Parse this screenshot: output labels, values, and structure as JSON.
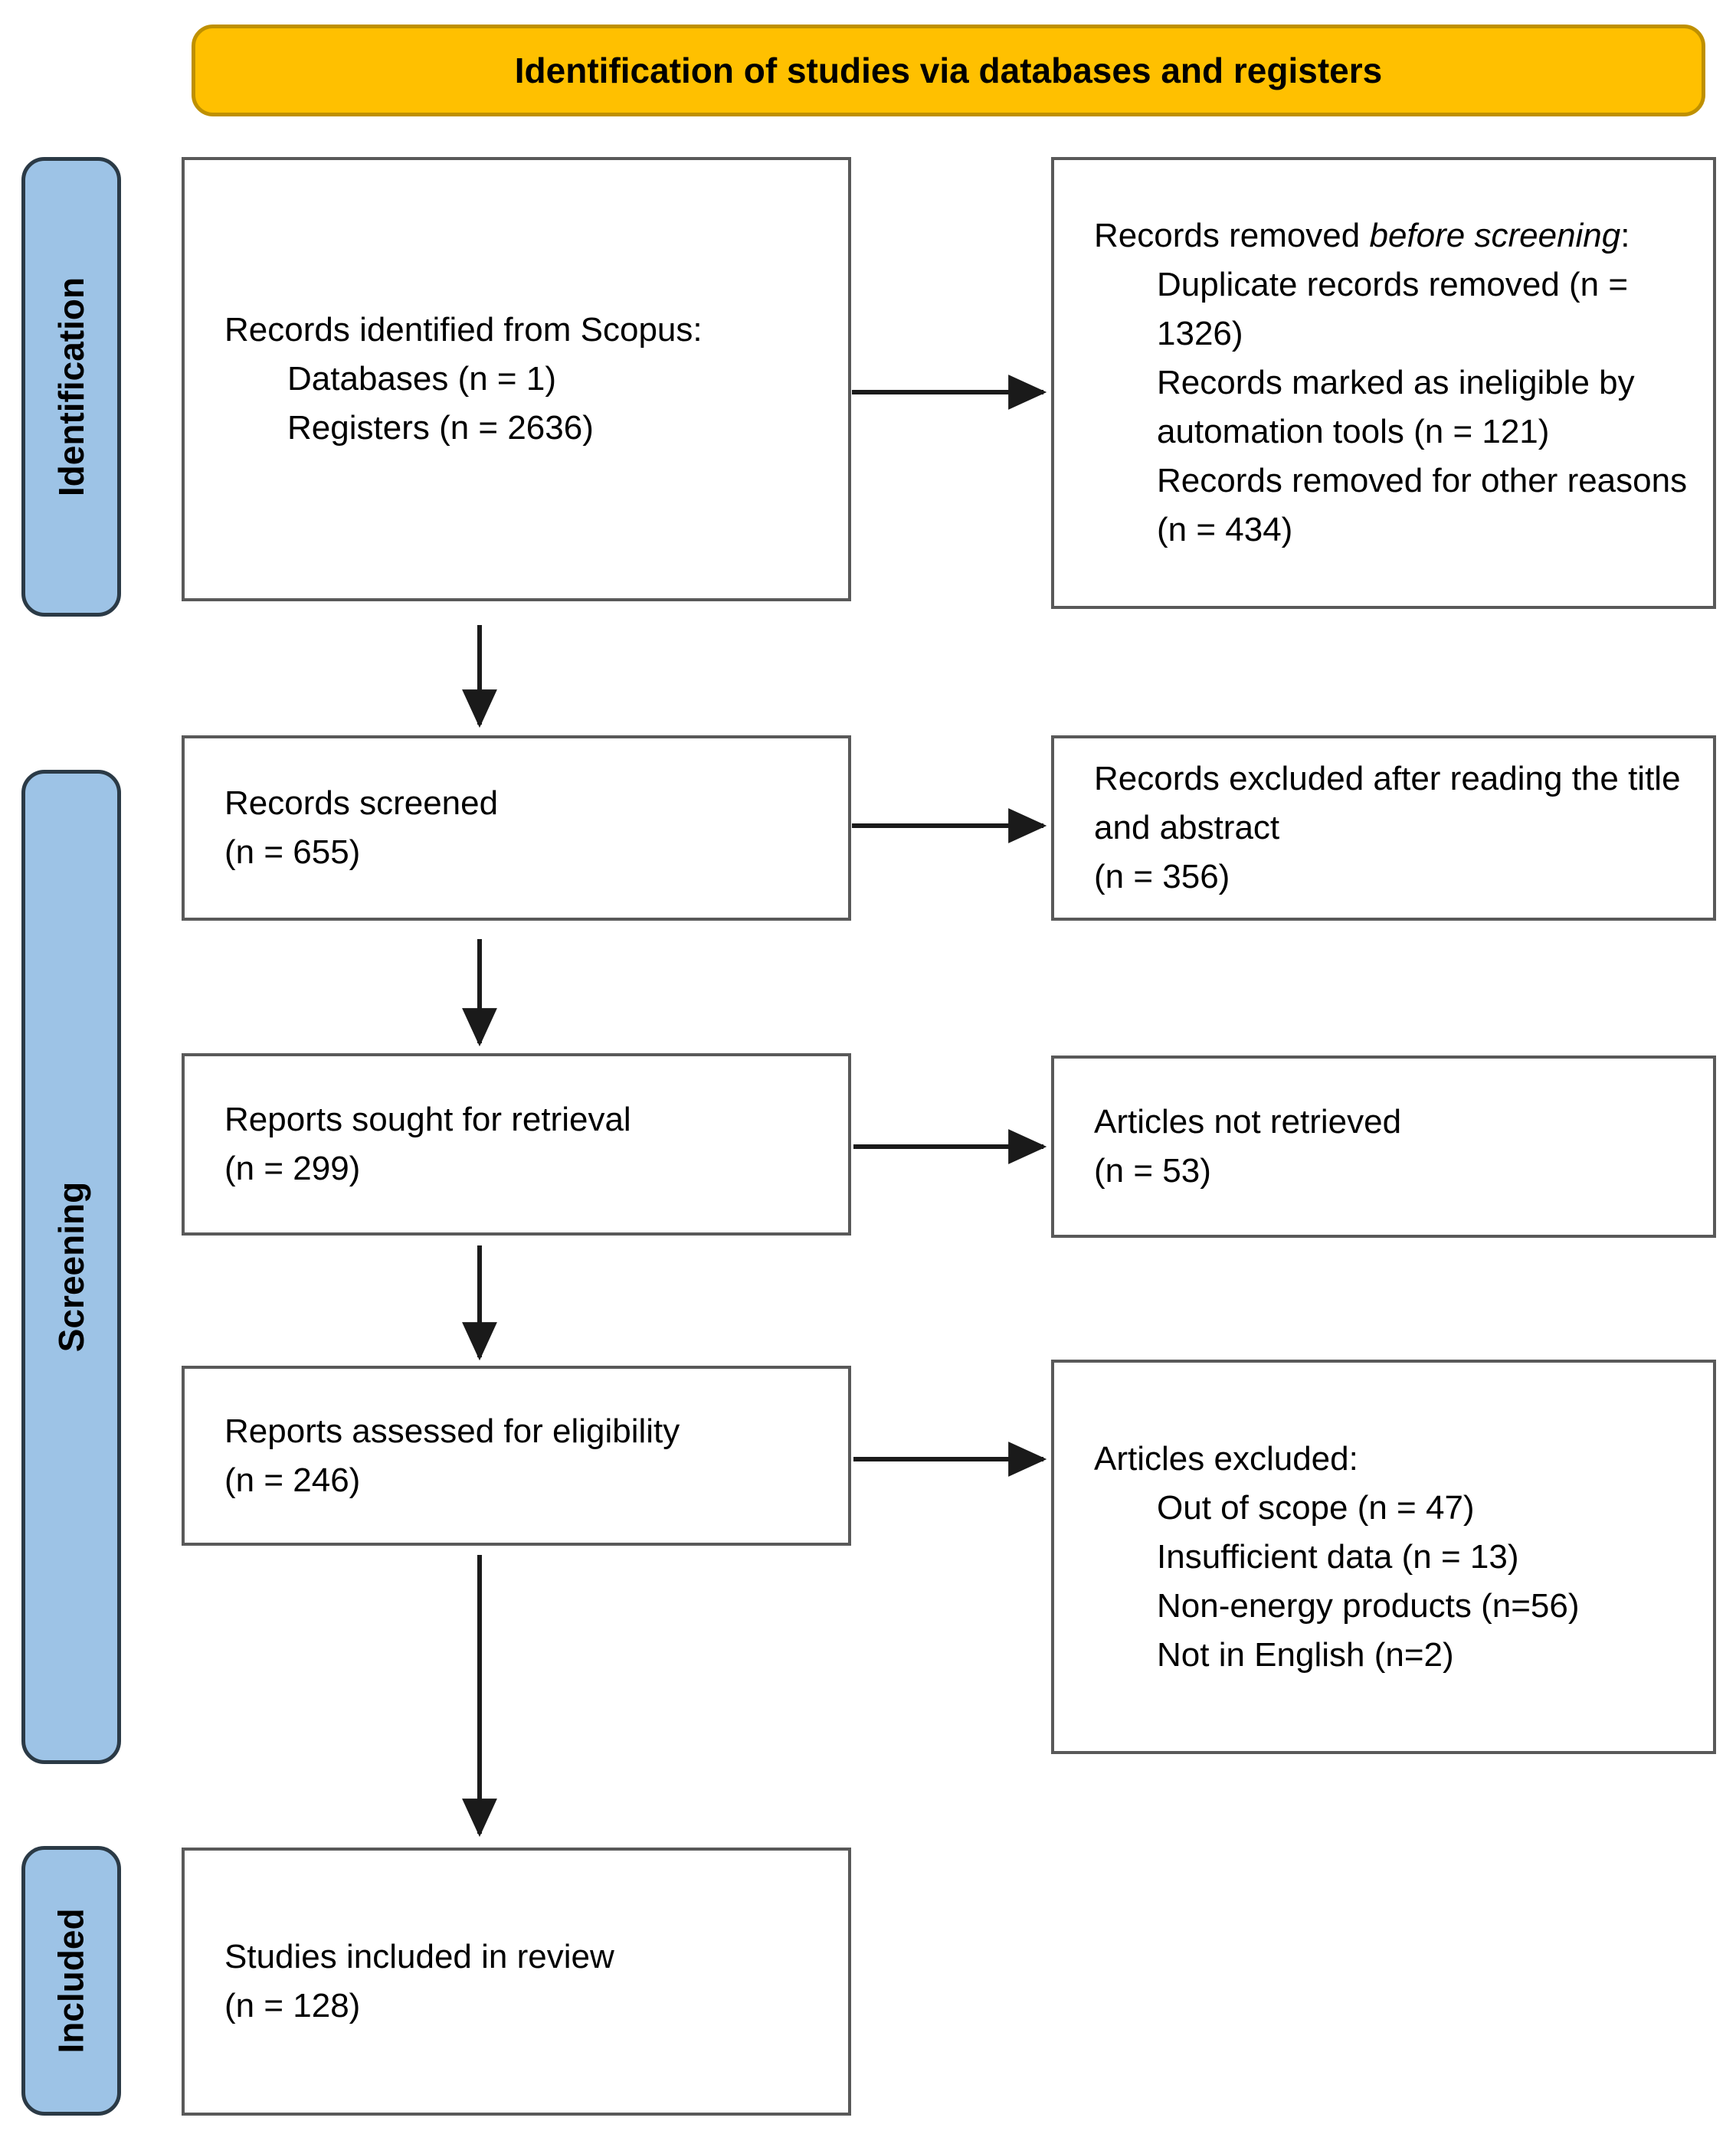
{
  "banner": {
    "label": "Identification of studies via databases and registers"
  },
  "colors": {
    "banner_bg": "#FFC000",
    "banner_border": "#BF9000",
    "stage_bg": "#9DC3E6",
    "stage_border": "#2B3A46",
    "box_border": "#595959",
    "arrow": "#1A1A1A"
  },
  "stages": [
    {
      "label": "Identification"
    },
    {
      "label": "Screening"
    },
    {
      "label": "Included"
    }
  ],
  "boxes": {
    "identified": {
      "title": "Records identified from Scopus:",
      "items": [
        "Databases (n = 1)",
        "Registers (n = 2636)"
      ]
    },
    "removed": {
      "title_prefix": "Records removed ",
      "title_italic": "before screening",
      "title_suffix": ":",
      "items": [
        "Duplicate records removed (n = 1326)",
        "Records marked as ineligible by automation tools (n = 121)",
        "Records removed for other reasons (n = 434)"
      ]
    },
    "screened": {
      "lines": [
        "Records screened",
        "(n = 655)"
      ]
    },
    "excluded_title_abstract": {
      "lines": [
        "Records excluded after reading the title and abstract",
        "(n = 356)"
      ]
    },
    "sought": {
      "lines": [
        "Reports sought for retrieval",
        "(n = 299)"
      ]
    },
    "not_retrieved": {
      "lines": [
        "Articles not retrieved",
        "(n = 53)"
      ]
    },
    "assessed": {
      "lines": [
        "Reports assessed for eligibility",
        "(n = 246)"
      ]
    },
    "articles_excluded": {
      "title": "Articles excluded:",
      "items": [
        "Out of scope (n = 47)",
        "Insufficient data (n = 13)",
        "Non-energy products (n=56)",
        "Not in English (n=2)"
      ]
    },
    "included_review": {
      "lines": [
        "Studies included in review",
        "(n = 128)"
      ]
    }
  }
}
